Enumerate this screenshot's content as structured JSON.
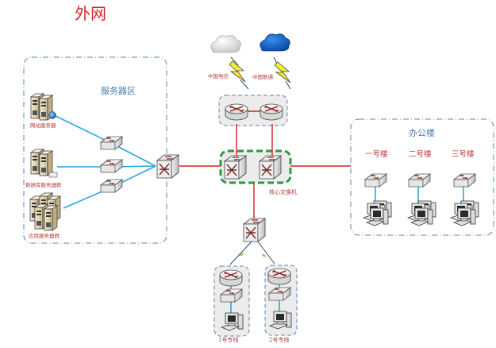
{
  "title": "外网",
  "colors": {
    "title": "#d42a2a",
    "label_red": "#b83a3a",
    "label_blue": "#4a7aa8",
    "zone_border": "#5b86b2",
    "core_border": "#2e9a3e",
    "link_red": "#d42020",
    "link_cyan": "#2aa8d8",
    "link_wan": "#2c4a6a"
  },
  "isps": [
    {
      "name": "中国电信",
      "cloud_color": "white"
    },
    {
      "name": "中国联通",
      "cloud_color": "blue"
    }
  ],
  "server_zone": {
    "label": "服务器区",
    "servers": [
      {
        "label": "网站服务器"
      },
      {
        "label": "数据库服务器群"
      },
      {
        "label": "应用服务器群"
      }
    ]
  },
  "core": {
    "label": "核心交换机"
  },
  "office_zone": {
    "label": "办公楼",
    "buildings": [
      {
        "label": "一号楼"
      },
      {
        "label": "二号楼"
      },
      {
        "label": "三号楼"
      }
    ]
  },
  "lines": [
    {
      "label": "1号专线"
    },
    {
      "label": "2号专线"
    }
  ]
}
